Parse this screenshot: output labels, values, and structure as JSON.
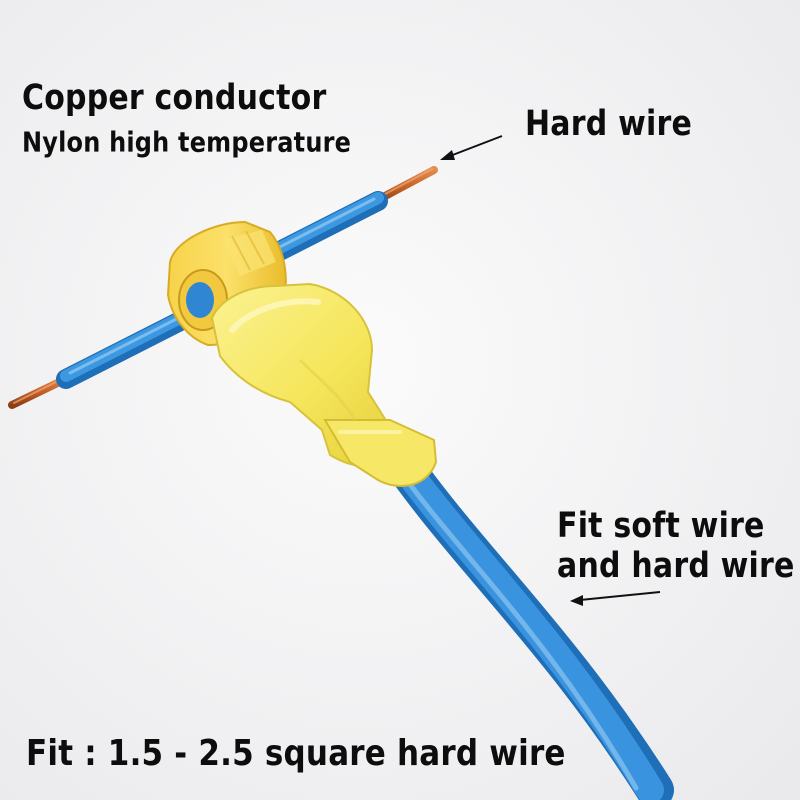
{
  "labels": {
    "copper_conductor": "Copper conductor",
    "nylon": "Nylon high temperature",
    "hard_wire": "Hard wire",
    "soft_wire_line1": "Fit soft wire",
    "soft_wire_line2": "and hard wire",
    "fit_range": "Fit : 1.5 - 2.5 square hard wire"
  },
  "colors": {
    "background": "#f4f4f4",
    "wire_blue": "#2e8ad6",
    "connector_yellow": "#f7ea66",
    "copper": "#c7642a",
    "text": "#0d0d0d"
  }
}
